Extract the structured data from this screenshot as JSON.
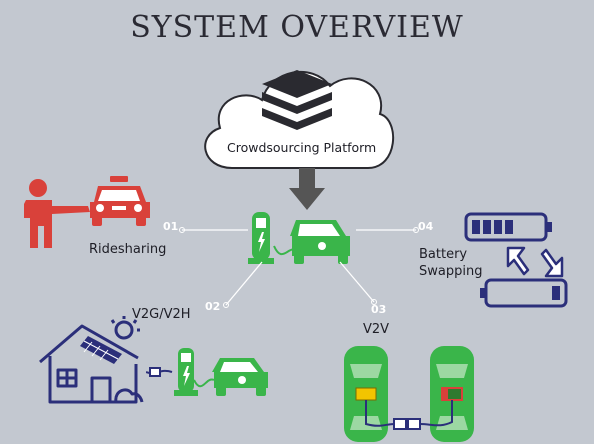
{
  "title": "SYSTEM OVERVIEW",
  "platform_label": "Crowdsourcing Platform",
  "items": [
    {
      "num": "01",
      "label": "Ridesharing"
    },
    {
      "num": "02",
      "label": "V2G/V2H"
    },
    {
      "num": "03",
      "label": "V2V"
    },
    {
      "num": "04",
      "label": "Battery\nSwapping"
    }
  ],
  "colors": {
    "background": "#c3c8d0",
    "green": "#3ab54a",
    "red": "#d9413a",
    "navy": "#2b2f7a",
    "stack": "#2a2a30",
    "arrow": "#555555"
  }
}
